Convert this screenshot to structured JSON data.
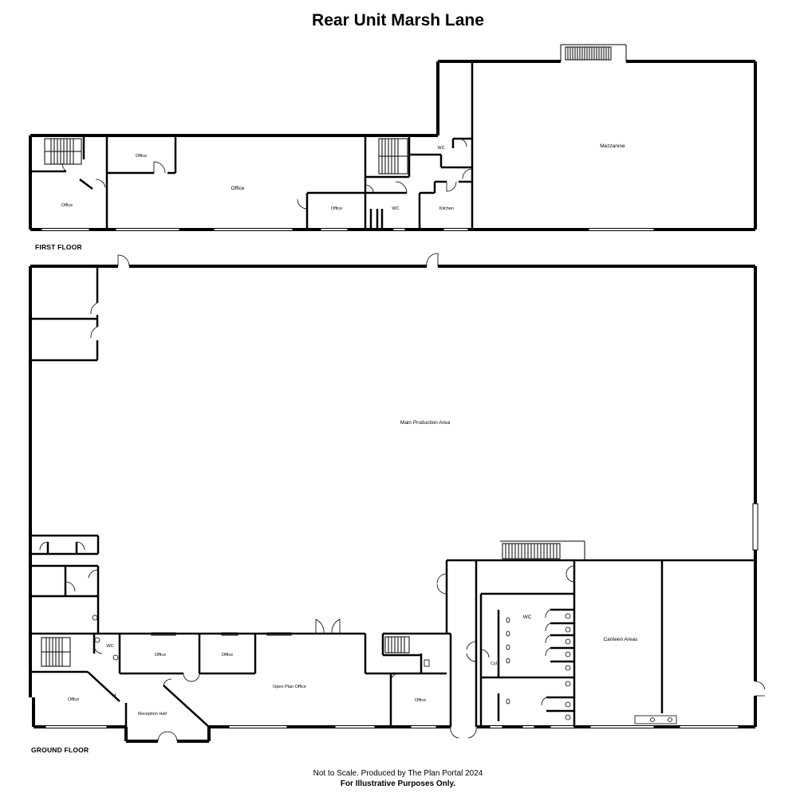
{
  "title": "Rear Unit Marsh Lane",
  "floors": {
    "first": "FIRST FLOOR",
    "ground": "GROUND FLOOR"
  },
  "rooms_first": {
    "office_left": "Office",
    "office_small_top": "Office",
    "office_main": "Office",
    "office_mid": "Office",
    "wc_a": "WC",
    "wc_b": "WC",
    "kitchen": "Kitchen",
    "mezzanine": "Mezzanine"
  },
  "rooms_ground": {
    "main_production": "Main Production Area",
    "wc_small": "WC",
    "office_a": "Office",
    "office_b": "Office",
    "open_plan": "Open Plan Office",
    "office_left": "Office",
    "reception": "Reception Hall",
    "office_right": "Office",
    "wc_large": "WC",
    "cyl": "Cyl",
    "canteen": "Canteen Areas"
  },
  "footer": {
    "line1": "Not to Scale. Produced by The Plan Portal 2024",
    "line2": "For Illustrative Purposes Only."
  }
}
